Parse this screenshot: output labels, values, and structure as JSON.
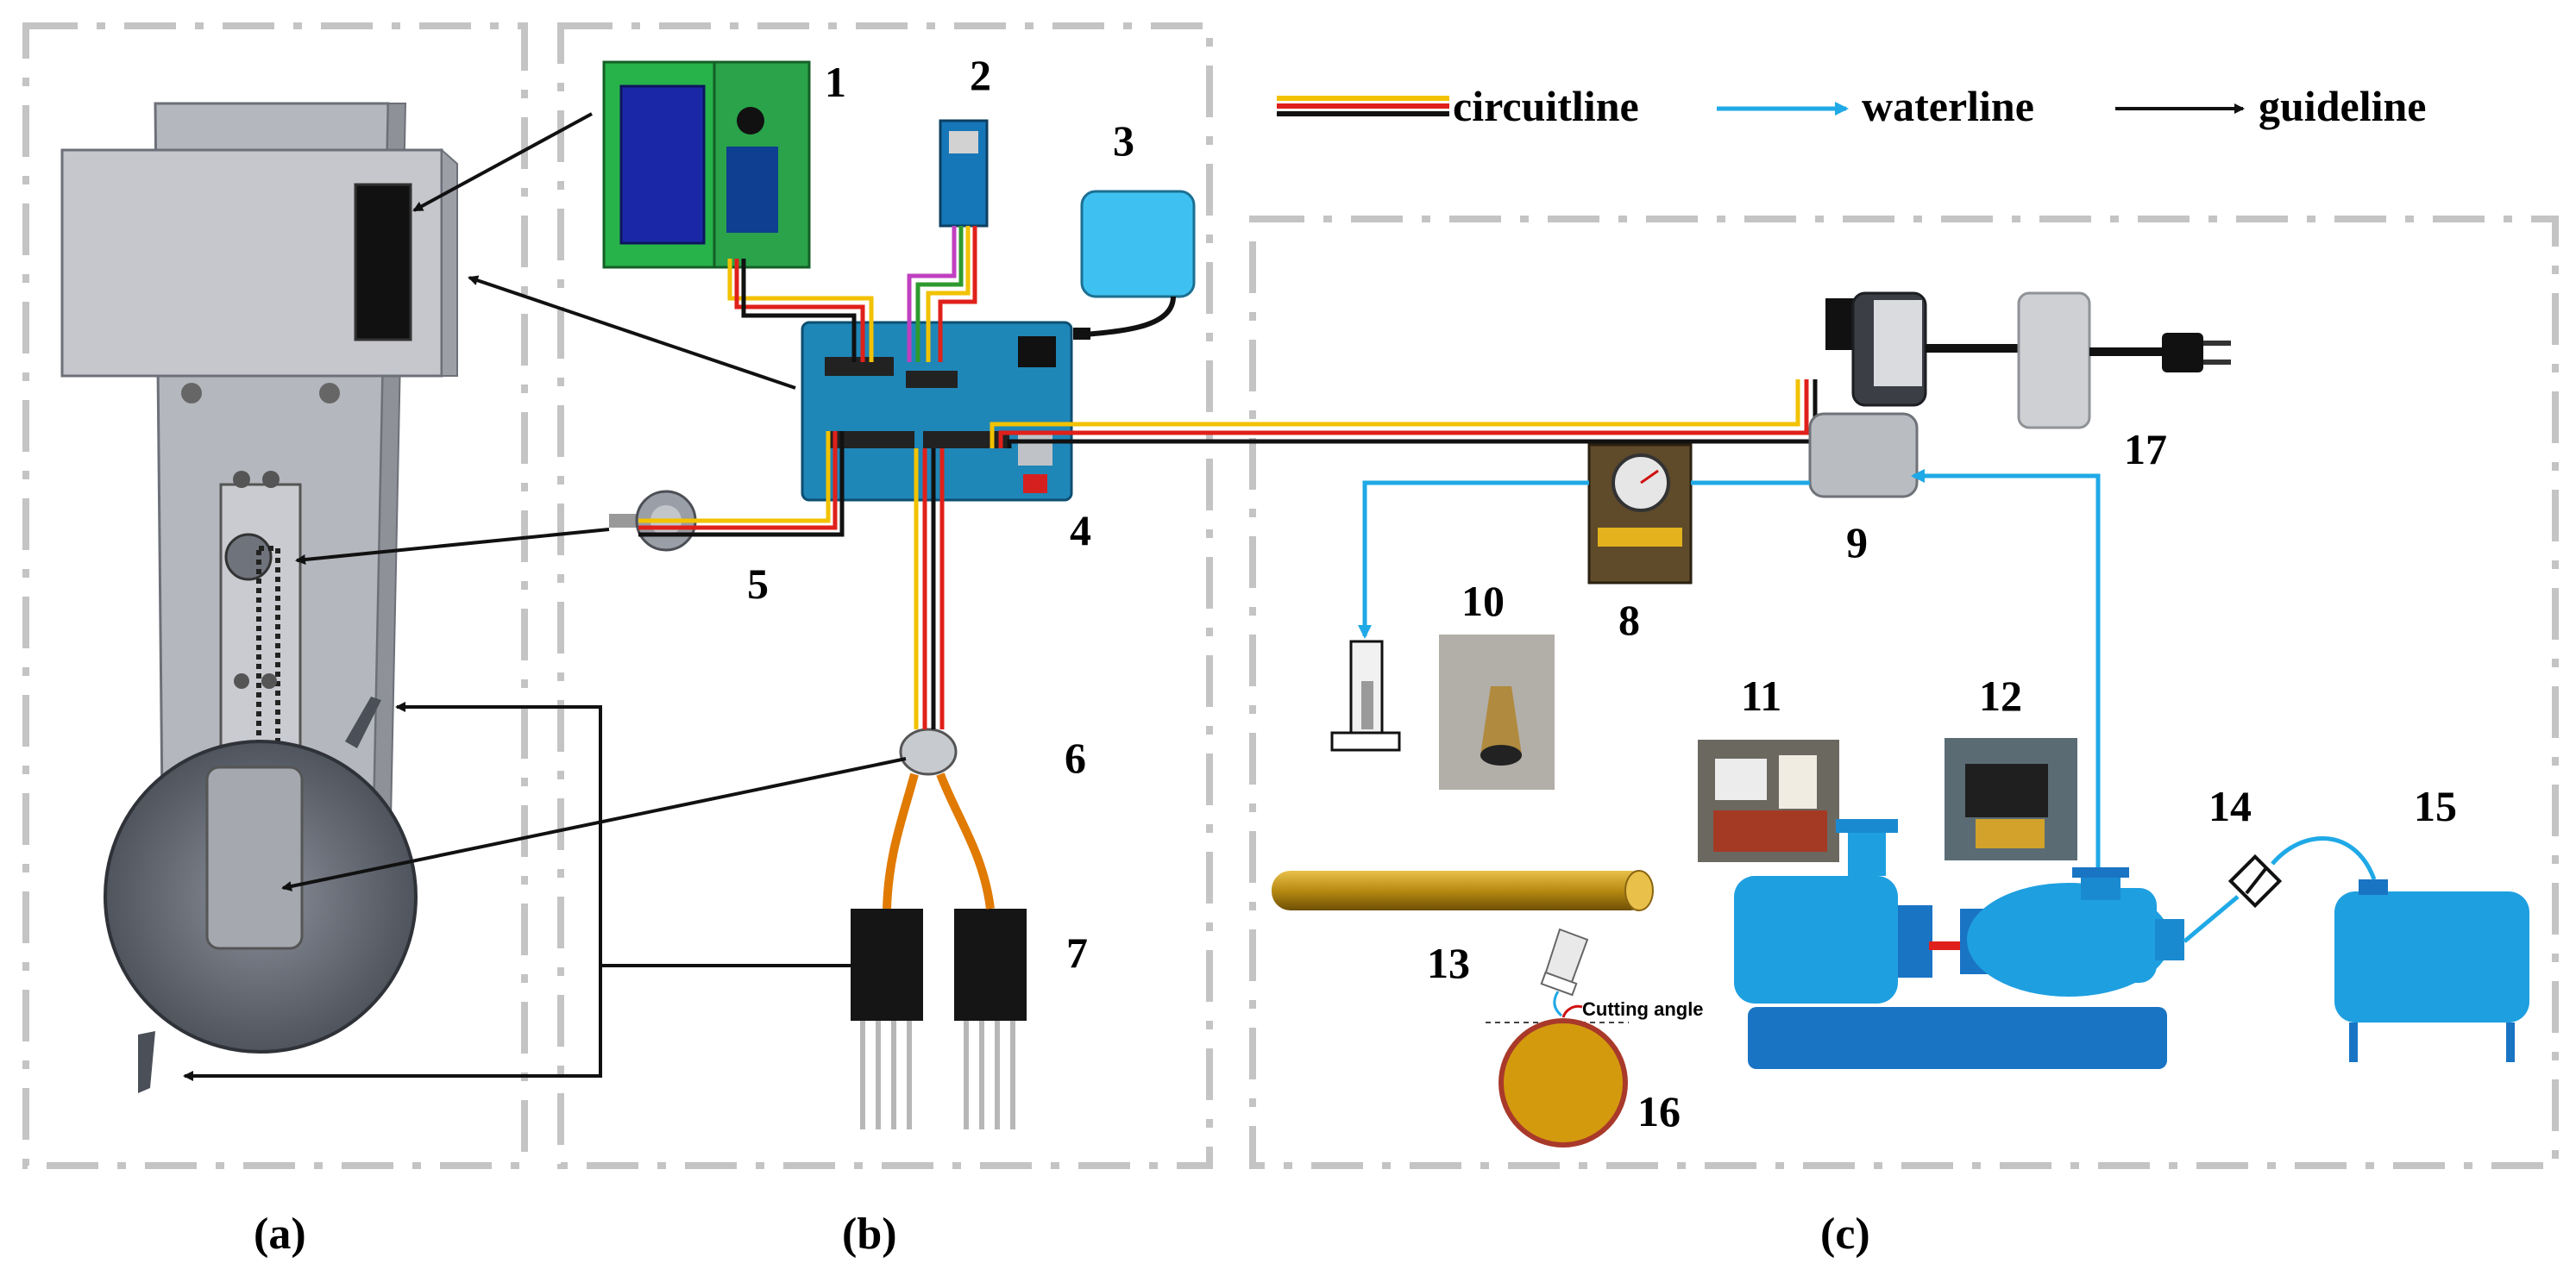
{
  "legend": {
    "circuit": "circuitline",
    "water": "waterline",
    "guide": "guideline"
  },
  "panels": {
    "a": "(a)",
    "b": "(b)",
    "c": "(c)"
  },
  "components": {
    "n1": "1",
    "n2": "2",
    "n3": "3",
    "n4": "4",
    "n5": "5",
    "n6": "6",
    "n7": "7",
    "n8": "8",
    "n9": "9",
    "n10": "10",
    "n11": "11",
    "n12": "12",
    "n13": "13",
    "n14": "14",
    "n15": "15",
    "n16": "16",
    "n17": "17"
  },
  "annotations": {
    "cutting_angle": "Cutting angle"
  },
  "colors": {
    "frame": "#c8c8c8",
    "water": "#1fa9e6",
    "wire_red": "#e0201a",
    "wire_yellow": "#f2c200",
    "wire_black": "#111111",
    "arduino": "#1f86b8",
    "pump": "#1e9fe0",
    "base": "#1a74c4",
    "rod": "#c89b1e"
  }
}
